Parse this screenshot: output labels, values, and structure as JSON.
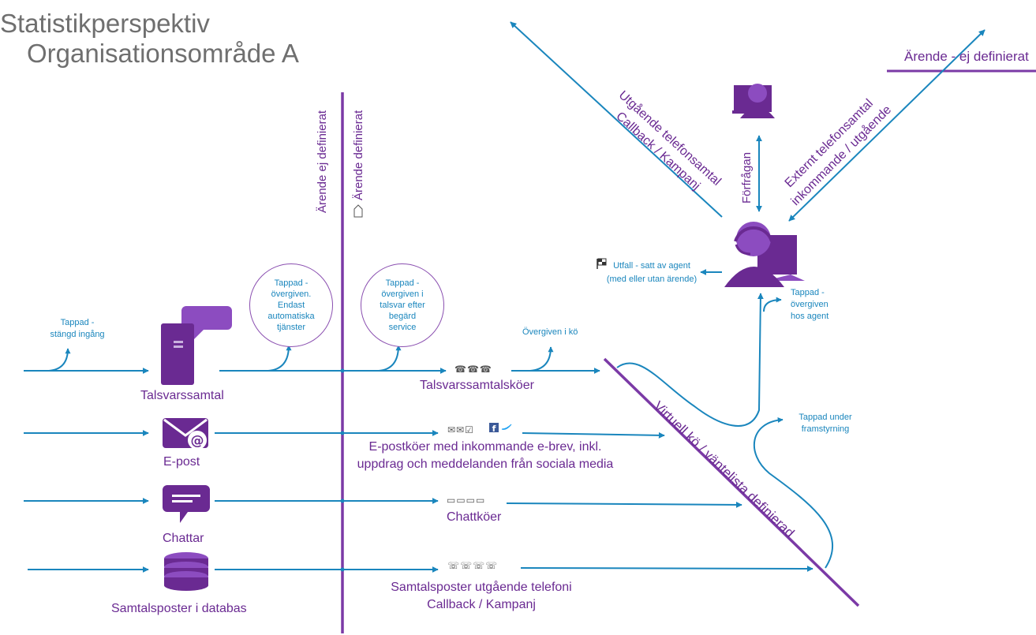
{
  "title": {
    "line1": "Statistikperspektiv",
    "line2": "Organisationsområde A"
  },
  "vertical_labels": {
    "left": "Ärende ej definierat",
    "right": "Ärende definierat"
  },
  "top_right_label": "Ärende - ej definierat",
  "channels": {
    "voice": "Talsvarssamtal",
    "email": "E-post",
    "chat": "Chattar",
    "db": "Samtalsposter i databas"
  },
  "queues": {
    "voice": "Talsvarssamtalsköer",
    "email": "E-postköer med inkommande e-brev, inkl.\nuppdrag och meddelanden från sociala media",
    "chat": "Chattköer",
    "db": "Samtalsposter utgående telefoni\nCallback / Kampanj"
  },
  "drops": {
    "closed_entry": "Tappad -\nstängd ingång",
    "abandoned_queue": "Övergiven i kö",
    "bubble_auto": "Tappad -\növergiven.\nEndast\nautomatiska\ntjänster",
    "bubble_ivr": "Tappad -\növergiven i\ntalsvar efter\nbegärd\nservice",
    "at_agent": "Tappad -\növergiven\nhos agent",
    "routing": "Tappad under\nframstyrning"
  },
  "virtual_queue": "Virtuell kö / väntelista definierad",
  "outgoing_calls": "Utgående telefonsamtal\nCallback / Kampanj",
  "inquiry": "Förfrågan",
  "external_calls": "Externt telefonsamtal\ninkommande / utgående",
  "outcome": "Utfall - satt av agent\n(med eller utan ärende)",
  "colors": {
    "purple": "#6a2a92",
    "blue": "#1a86bd",
    "title_gray": "#6f6f6f"
  },
  "icons": {
    "voice": "server-chat-icon",
    "email": "envelope-icon",
    "chat": "speech-bubble-icon",
    "db": "database-icon",
    "agent": "agent-headset-icon",
    "outcome": "checkered-flag-icon",
    "tag": "tag-icon"
  }
}
